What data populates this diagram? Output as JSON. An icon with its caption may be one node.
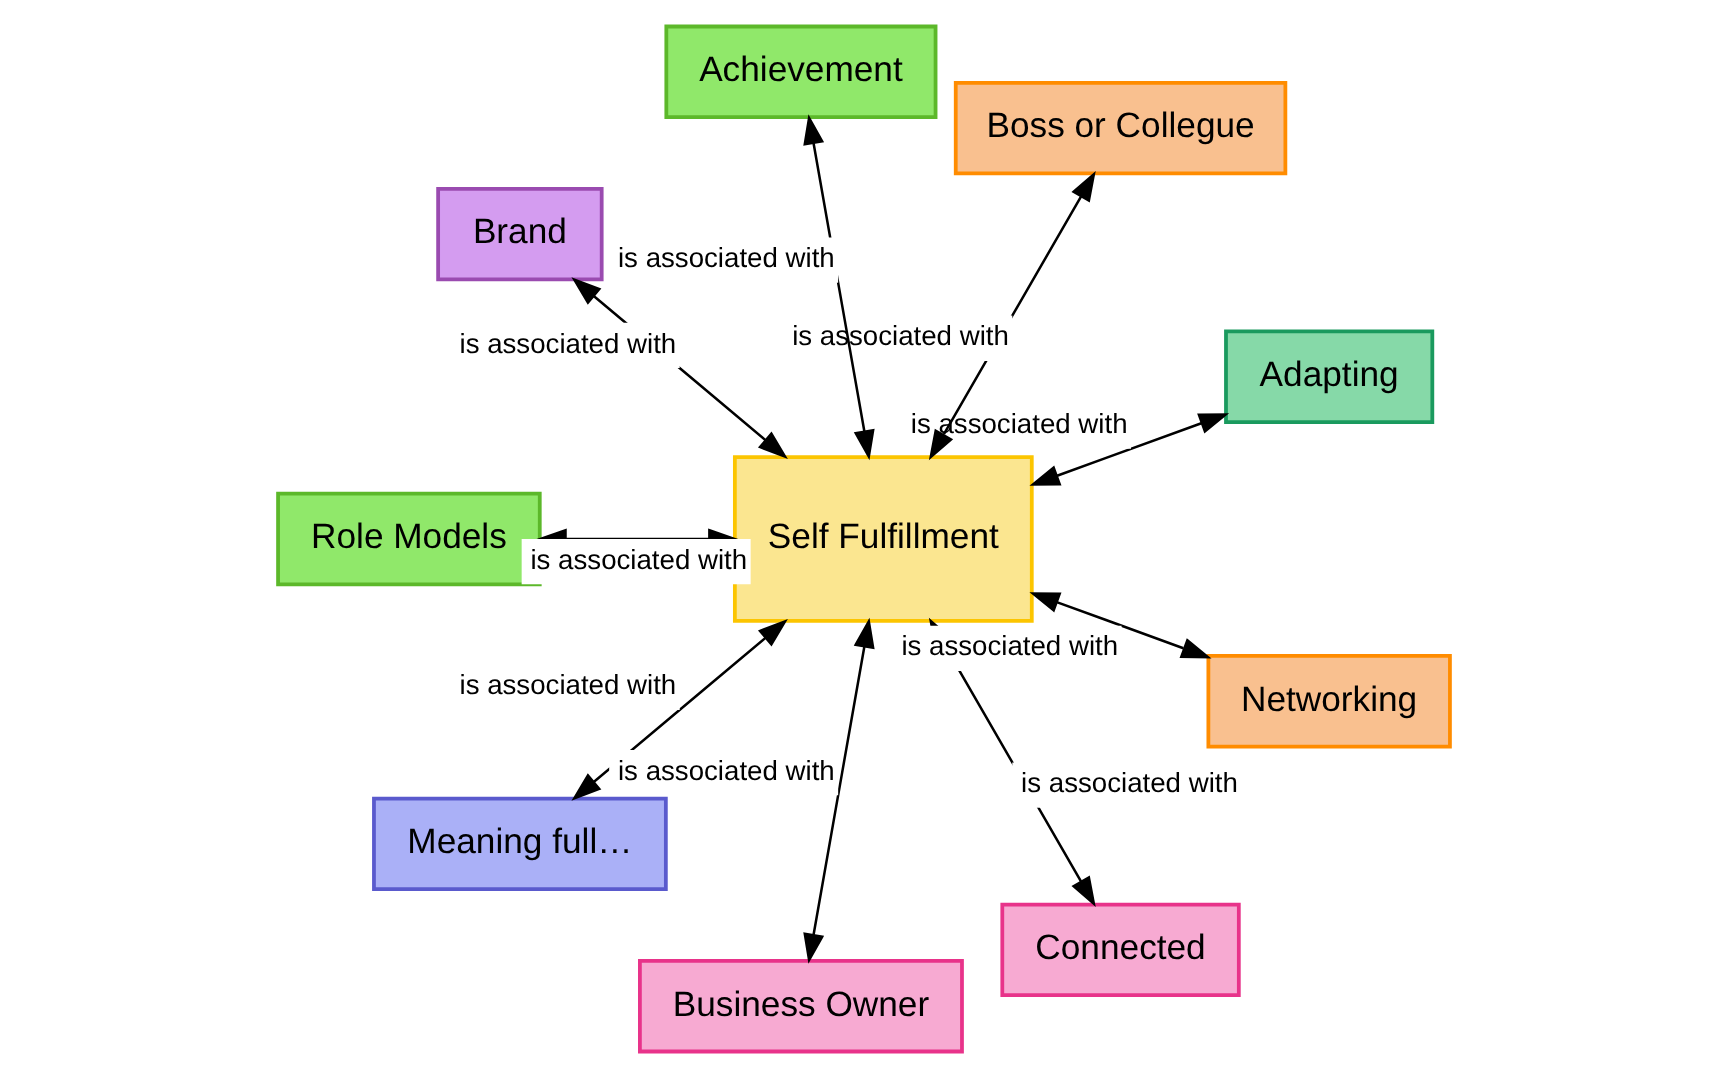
{
  "diagram": {
    "nodes": [
      {
        "text": [
          "Adapting"
        ]
      },
      {
        "text": [
          "Boss or Collegue"
        ]
      },
      {
        "text": [
          "Achievement"
        ]
      },
      {
        "text": [
          "Brand"
        ]
      },
      {
        "text": [
          "Self Fulfillment"
        ]
      },
      {
        "text": [
          "Role Models"
        ]
      },
      {
        "text": [
          "Meaning full…"
        ]
      },
      {
        "text": [
          "Business Owner"
        ]
      },
      {
        "text": [
          "Connected"
        ]
      },
      {
        "text": [
          "Networking"
        ]
      }
    ],
    "edges": [
      {
        "from": 4,
        "to": 0,
        "arrow": "both",
        "label": "is associated with"
      },
      {
        "from": 4,
        "to": 1,
        "arrow": "both",
        "label": "is associated with"
      },
      {
        "from": 4,
        "to": 2,
        "arrow": "both",
        "label": "is associated with"
      },
      {
        "from": 4,
        "to": 3,
        "arrow": "both",
        "label": "is associated with"
      },
      {
        "from": 4,
        "to": 5,
        "arrow": "both",
        "label": "is associated with"
      },
      {
        "from": 4,
        "to": 6,
        "arrow": "both",
        "label": "is associated with"
      },
      {
        "from": 4,
        "to": 7,
        "arrow": "both",
        "label": "is associated with"
      },
      {
        "from": 4,
        "to": 8,
        "arrow": "both",
        "label": "is associated with"
      },
      {
        "from": 4,
        "to": 9,
        "arrow": "both",
        "label": "is associated with"
      }
    ]
  }
}
